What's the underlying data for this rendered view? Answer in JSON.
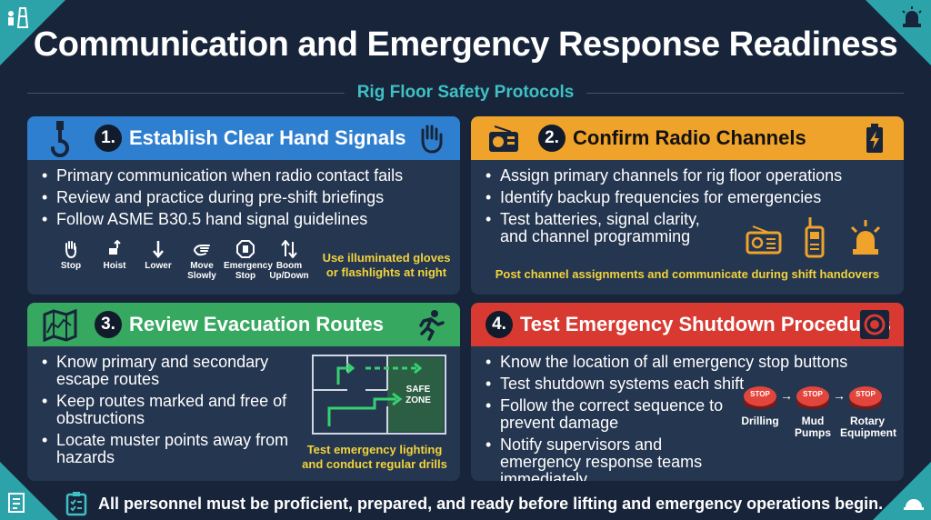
{
  "title": "Communication and Emergency Response Readiness",
  "subtitle": "Rig Floor Safety Protocols",
  "colors": {
    "teal": "#2ba3a8",
    "blue": "#2f7fd0",
    "orange": "#f0a32a",
    "green": "#36a860",
    "red": "#d83a32",
    "yellow": "#f2d33c",
    "panel": "#253650",
    "bg": "#17243a"
  },
  "panels": [
    {
      "number": "1.",
      "heading": "Establish Clear Hand Signals",
      "left_icon": "crane-hook-icon",
      "right_icon": "hand-icon",
      "bullets": [
        "Primary communication when radio contact fails",
        "Review and practice during pre-shift briefings",
        "Follow ASME B30.5 hand signal guidelines"
      ],
      "signals": [
        {
          "label": "Stop",
          "icon": "stop-hand-icon"
        },
        {
          "label": "Hoist",
          "icon": "hoist-hand-icon"
        },
        {
          "label": "Lower",
          "icon": "lower-arrow-icon"
        },
        {
          "label": "Move Slowly",
          "icon": "move-slowly-hand-icon"
        },
        {
          "label": "Emergency Stop",
          "icon": "emergency-stop-icon"
        },
        {
          "label": "Boom Up/Down",
          "icon": "boom-arrows-icon"
        }
      ],
      "note": "Use illuminated gloves or flashlights at night"
    },
    {
      "number": "2.",
      "heading": "Confirm Radio Channels",
      "left_icon": "radio-icon",
      "right_icon": "battery-icon",
      "bullets": [
        "Assign primary channels for rig floor operations",
        "Identify backup frequencies for emergencies",
        "Test batteries, signal clarity, and channel programming"
      ],
      "extra_icons": [
        "radio-icon",
        "walkie-talkie-icon",
        "beacon-light-icon"
      ],
      "note": "Post channel assignments and communicate during shift handovers"
    },
    {
      "number": "3.",
      "heading": "Review Evacuation Routes",
      "left_icon": "map-icon",
      "right_icon": "running-person-icon",
      "bullets": [
        "Know primary and secondary escape routes",
        "Keep routes marked and free of obstructions",
        "Locate muster points away from hazards"
      ],
      "safe_zone": "SAFE ZONE",
      "note": "Test emergency lighting and conduct regular drills"
    },
    {
      "number": "4.",
      "heading": "Test Emergency Shutdown Procedures",
      "left_icon": "",
      "right_icon": "emergency-button-icon",
      "bullets": [
        "Know the location of all emergency stop buttons",
        "Test shutdown systems each shift",
        "Follow the correct sequence to prevent damage",
        "Notify supervisors and emergency response teams immediately"
      ],
      "stop_label": "STOP",
      "sequence": [
        "Drilling",
        "Mud Pumps",
        "Rotary Equipment"
      ]
    }
  ],
  "footer": "All personnel must be proficient, prepared, and ready before lifting and emergency operations begin."
}
